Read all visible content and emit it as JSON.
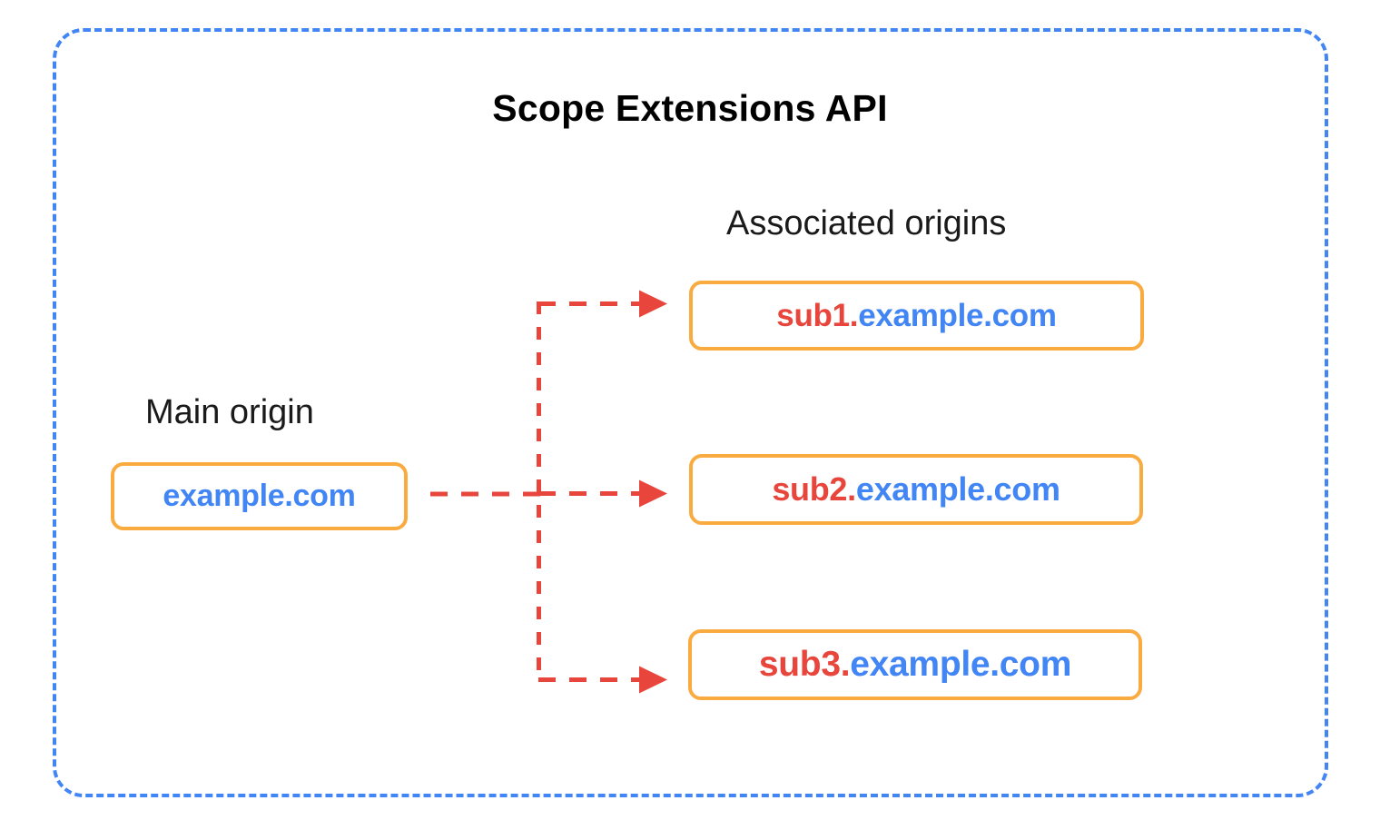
{
  "diagram": {
    "title": "Scope Extensions API",
    "frame": {
      "style": "dashed-rounded-rectangle",
      "color": "#4285F4"
    },
    "labels": {
      "main_origin": "Main origin",
      "associated_origins": "Associated origins"
    },
    "colors": {
      "frame_blue": "#4285F4",
      "box_orange": "#F9AB40",
      "arrow_red": "#E8453C",
      "subdomain_red": "#E8453C",
      "domain_blue": "#4285F4",
      "text_black": "#000000",
      "background": "#FFFFFF"
    },
    "main_origin_box": {
      "prefix": "",
      "domain": "example.com",
      "full_text": "example.com"
    },
    "associated_origin_boxes": [
      {
        "prefix": "sub1.",
        "domain": "example.com",
        "full_text": "sub1.example.com"
      },
      {
        "prefix": "sub2.",
        "domain": "example.com",
        "full_text": "sub2.example.com"
      },
      {
        "prefix": "sub3.",
        "domain": "example.com",
        "full_text": "sub3.example.com"
      }
    ],
    "connectors": {
      "style": "dashed-with-arrowhead",
      "color": "#E8453C",
      "description": "Branching dashed arrows from main origin to each associated origin"
    }
  }
}
